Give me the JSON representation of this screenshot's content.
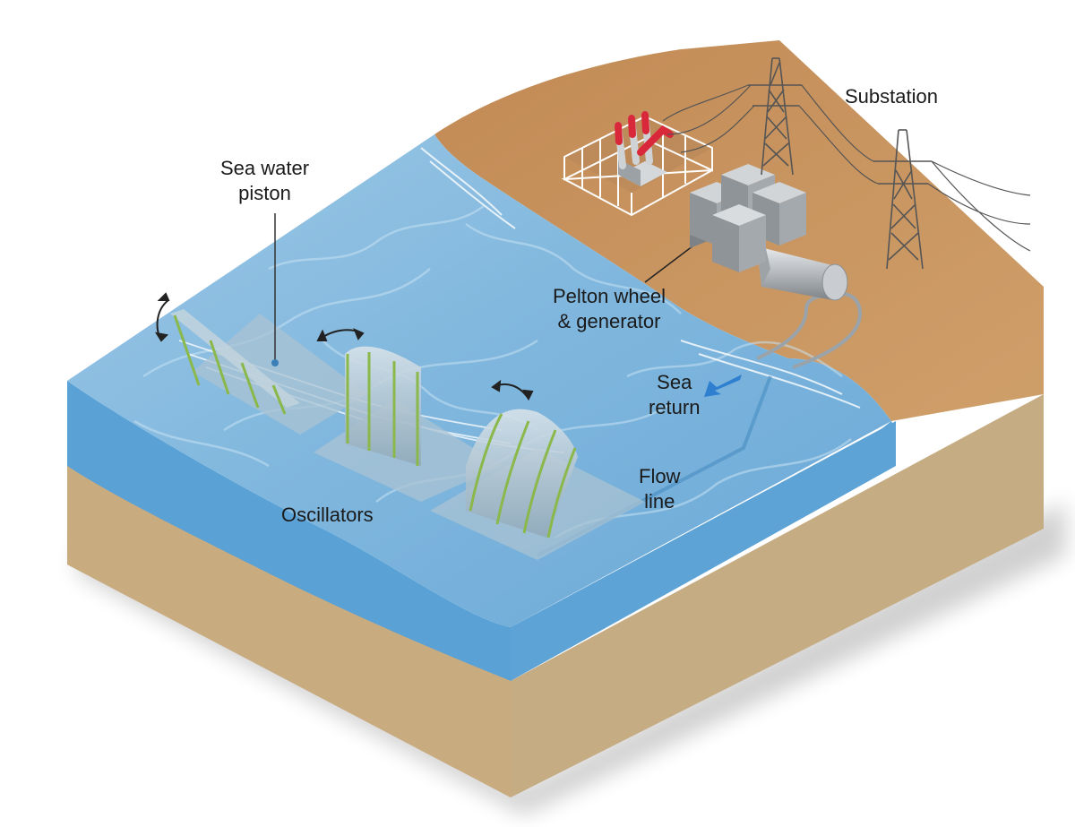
{
  "labels": {
    "substation": "Substation",
    "piston_line1": "Sea water",
    "piston_line2": "piston",
    "pelton_line1": "Pelton wheel",
    "pelton_line2": "& generator",
    "sea_return_line1": "Sea",
    "sea_return_line2": "return",
    "flow_line_line1": "Flow",
    "flow_line_line2": "line",
    "oscillators": "Oscillators"
  },
  "colors": {
    "sand_top": "#c9935e",
    "sand_side": "#c7ab80",
    "sea_top": "#7fb6dd",
    "sea_side": "#5aa0d4",
    "flap_green": "#8ab84a",
    "arrow_blue": "#2f7fd0"
  }
}
